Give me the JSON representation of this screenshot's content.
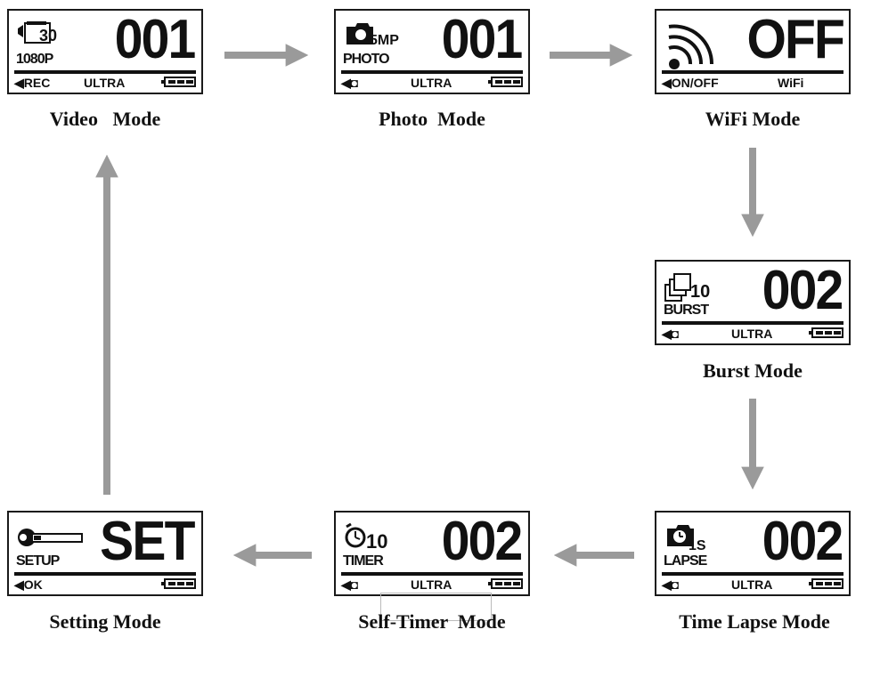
{
  "colors": {
    "arrow": "#9a9a9a",
    "ink": "#111111"
  },
  "screens": [
    {
      "id": "video",
      "icon": "video-camera-icon",
      "icon_text": "30",
      "sub": "1080P",
      "big": "001",
      "bottom_left": "◀REC",
      "bottom_mid": "ULTRA",
      "caption": "Video   Mode"
    },
    {
      "id": "photo",
      "icon": "photo-camera-icon",
      "icon_text": "5MP",
      "sub": "PHOTO",
      "big": "001",
      "bottom_left": "◀◘",
      "bottom_mid": "ULTRA",
      "caption": "Photo  Mode"
    },
    {
      "id": "wifi",
      "icon": "wifi-icon",
      "icon_text": "",
      "sub": "",
      "big": "OFF",
      "bottom_left": "◀ON/OFF",
      "bottom_mid": "WiFi",
      "caption": "WiFi Mode"
    },
    {
      "id": "burst",
      "icon": "burst-icon",
      "icon_text": "10",
      "sub": "BURST",
      "big": "002",
      "bottom_left": "◀◘",
      "bottom_mid": "ULTRA",
      "caption": "Burst Mode"
    },
    {
      "id": "timelapse",
      "icon": "timelapse-icon",
      "icon_text": "1S",
      "sub": "LAPSE",
      "big": "002",
      "bottom_left": "◀◘",
      "bottom_mid": "ULTRA",
      "caption": "Time Lapse Mode"
    },
    {
      "id": "selftimer",
      "icon": "timer-icon",
      "icon_text": "10",
      "sub": "TIMER",
      "big": "002",
      "bottom_left": "◀◘",
      "bottom_mid": "ULTRA",
      "caption": "Self-Timer  Mode"
    },
    {
      "id": "setting",
      "icon": "wrench-icon",
      "icon_text": "",
      "sub": "SETUP",
      "big": "SET",
      "bottom_left": "◀OK",
      "bottom_mid": "",
      "caption": "Setting Mode"
    }
  ]
}
